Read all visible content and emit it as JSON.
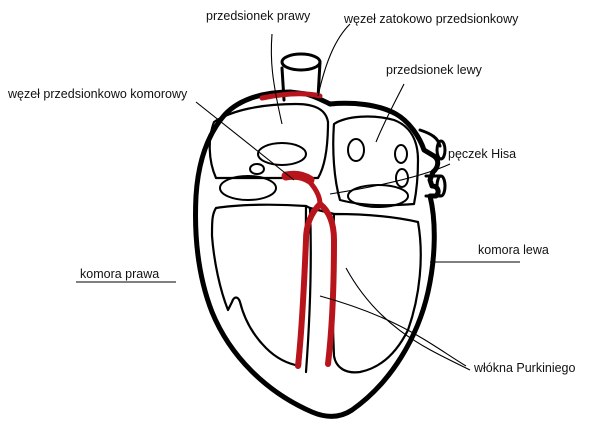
{
  "labels": {
    "right_atrium": "przedsionek prawy",
    "sa_node": "węzeł zatokowo przedsionkowy",
    "left_atrium": "przedsionek lewy",
    "av_node": "węzeł przedsionkowo komorowy",
    "bundle_of_his": "pęczek Hisa",
    "left_ventricle": "komora lewa",
    "right_ventricle": "komora prawa",
    "purkinje_fibers": "włókna Purkiniego"
  },
  "colors": {
    "conduction_system": "#b8141b",
    "outline": "#000000",
    "background": "#ffffff"
  }
}
